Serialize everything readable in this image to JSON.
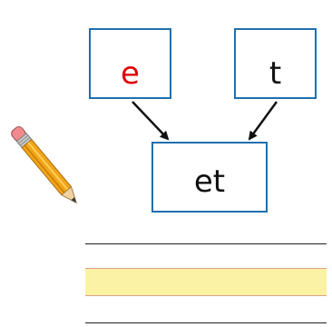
{
  "diagram": {
    "left_box": {
      "text": "e",
      "color": "#e00000"
    },
    "right_box": {
      "text": "t",
      "color": "#111111"
    },
    "result_box": {
      "text": "et",
      "color": "#111111"
    }
  },
  "colors": {
    "box_border": "#1f6fae",
    "arrow": "#111111",
    "highlight_band": "#fbf3a3"
  },
  "icons": {
    "pencil": "pencil-icon"
  }
}
